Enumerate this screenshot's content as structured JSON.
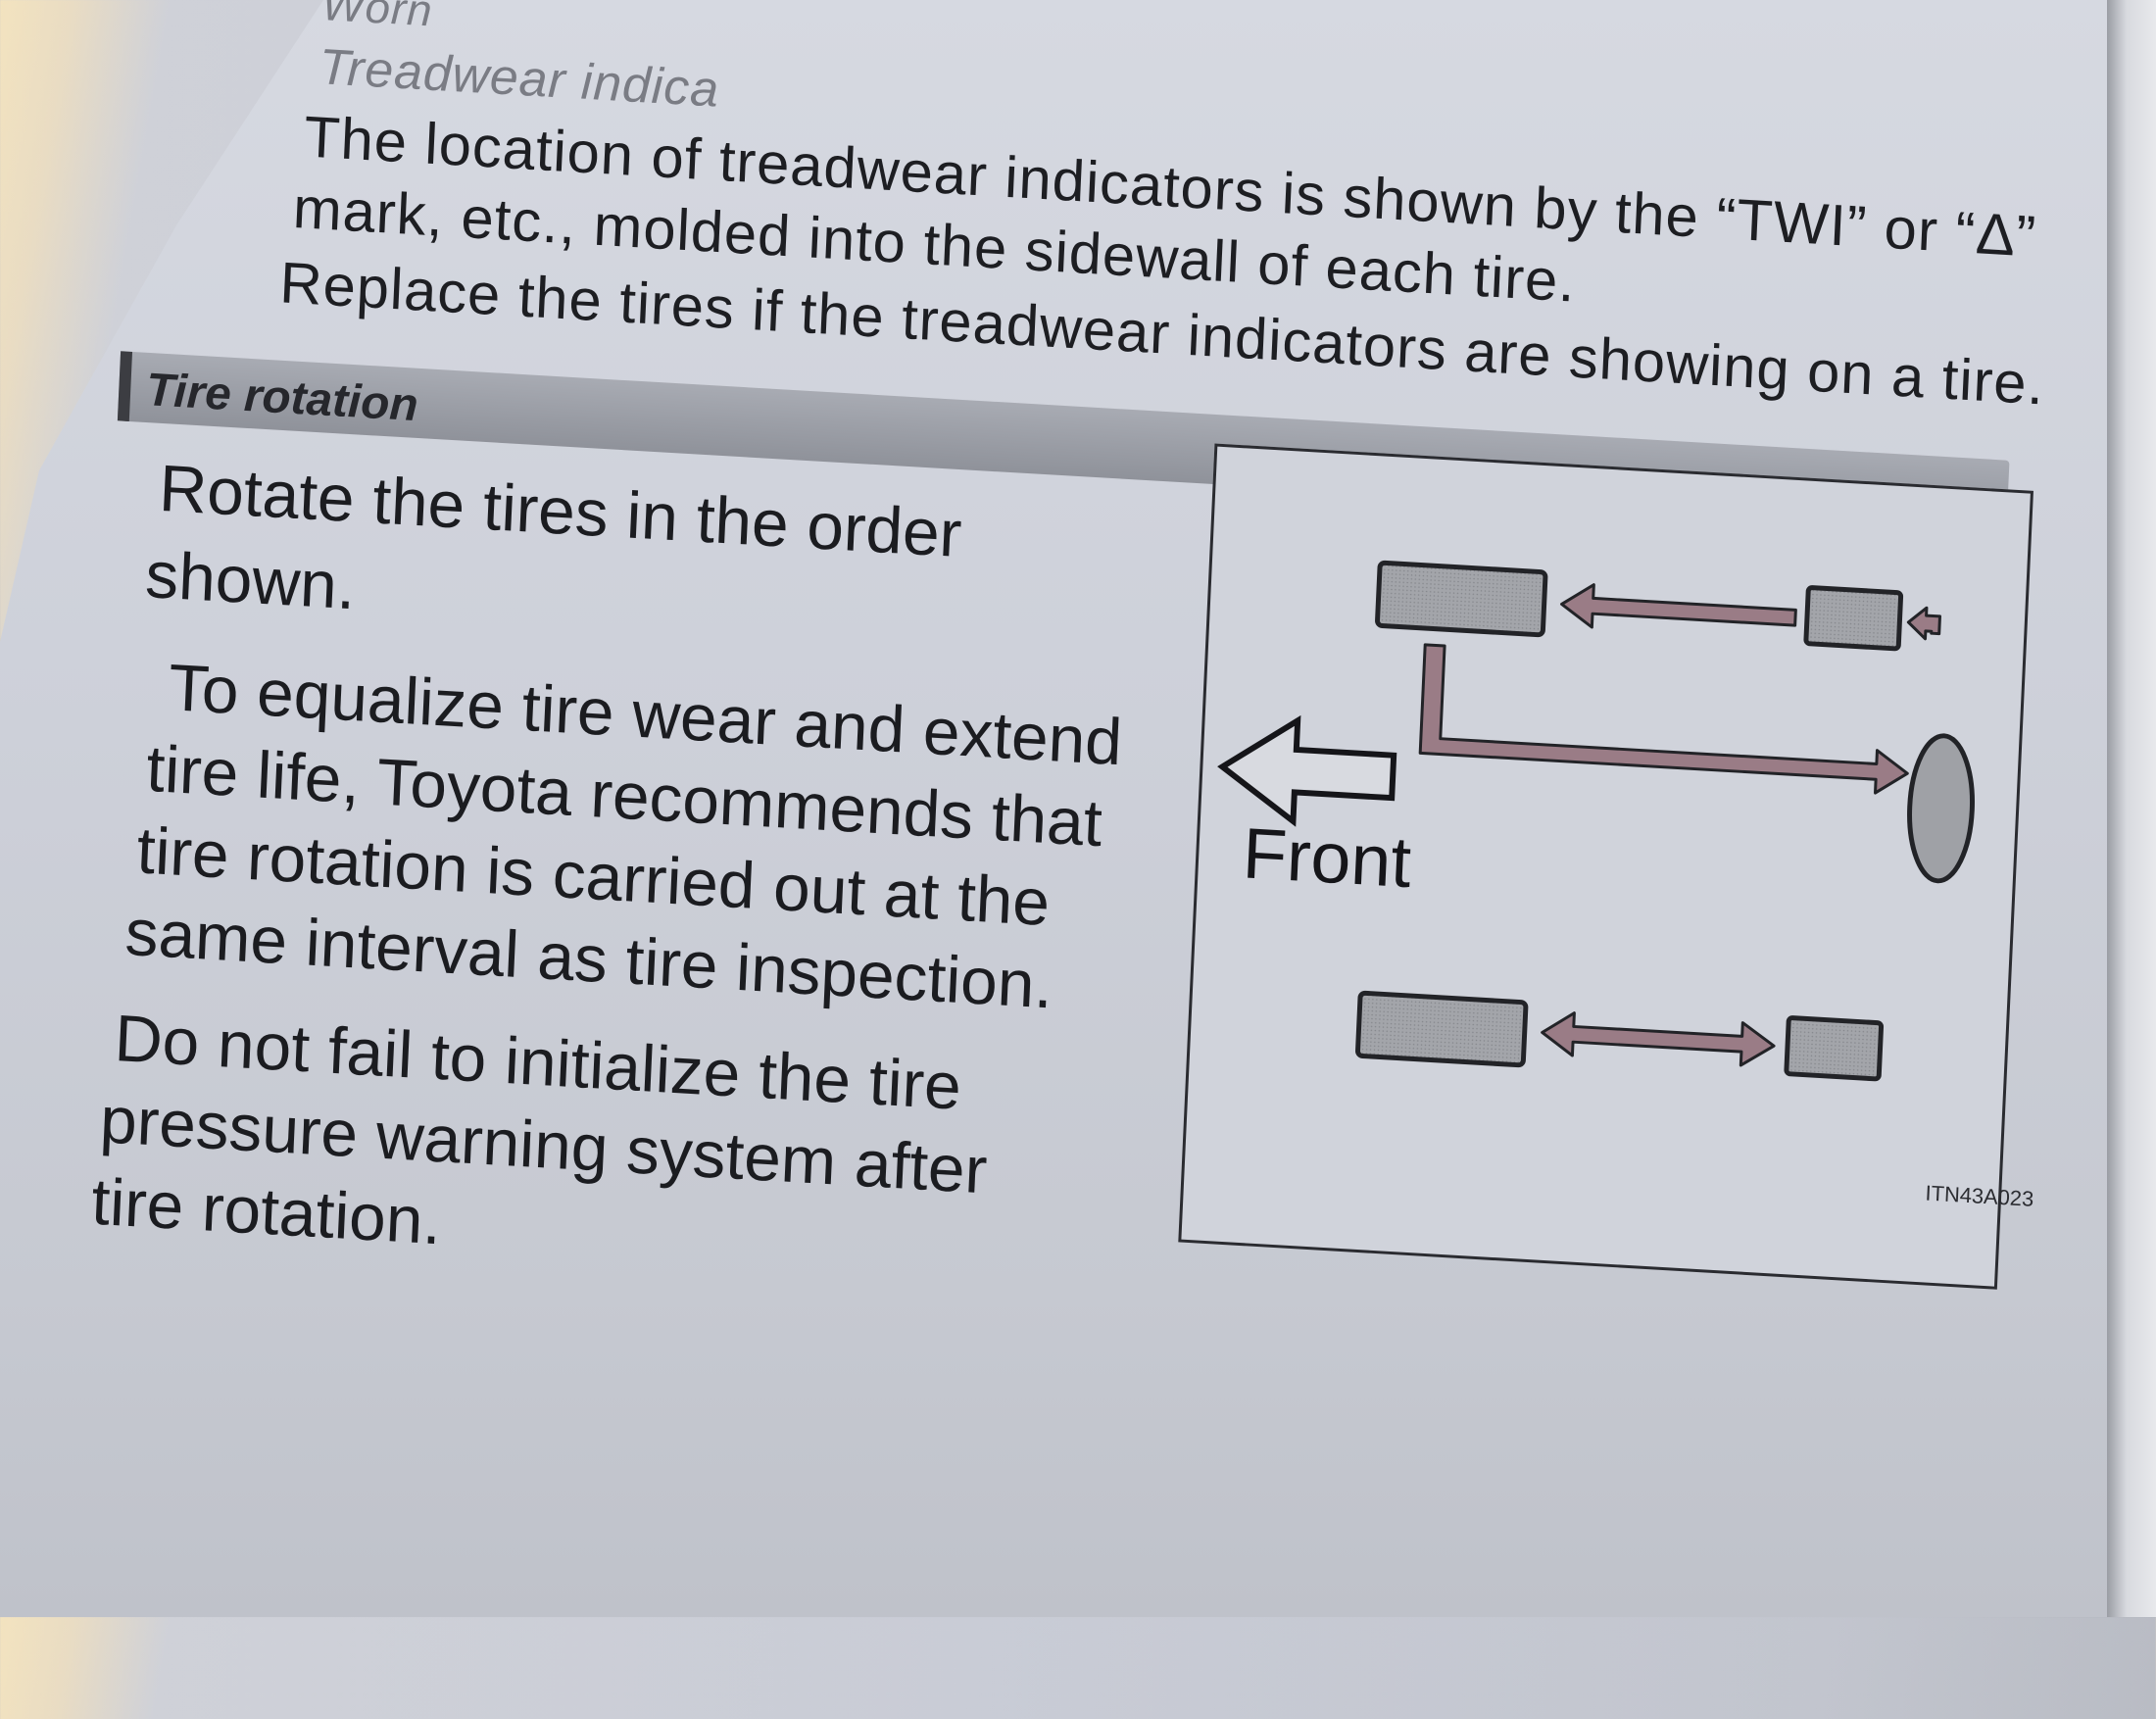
{
  "top_fragments": {
    "item2": "Worn",
    "item3": "Treadwear indica"
  },
  "top_paragraph": {
    "line1": "The location of treadwear indicators is shown by the “TWI” or “Δ”",
    "line2": "mark, etc., molded into the sidewall of each tire.",
    "line3": "Replace the tires if the treadwear indicators are showing on a tire."
  },
  "section": {
    "title": "Tire rotation"
  },
  "body": {
    "p1_line1": "Rotate  the  tires  in  the  order",
    "p1_line2": "shown.",
    "p2_line1": "To equalize tire wear and extend",
    "p2_line2": "tire life, Toyota recommends that",
    "p2_line3": "tire rotation is carried out at the",
    "p2_line4": "same interval as tire inspection.",
    "p3_line1": "Do  not  fail  to  initialize  the  tire",
    "p3_line2": "pressure  warning  system  after",
    "p3_line3": "tire rotation."
  },
  "diagram": {
    "front_label": "Front",
    "code": "ITN43A023",
    "colors": {
      "arrow_fill": "#9a7c86",
      "tire_fill": "#9fa1a6",
      "outline": "#222327"
    }
  }
}
